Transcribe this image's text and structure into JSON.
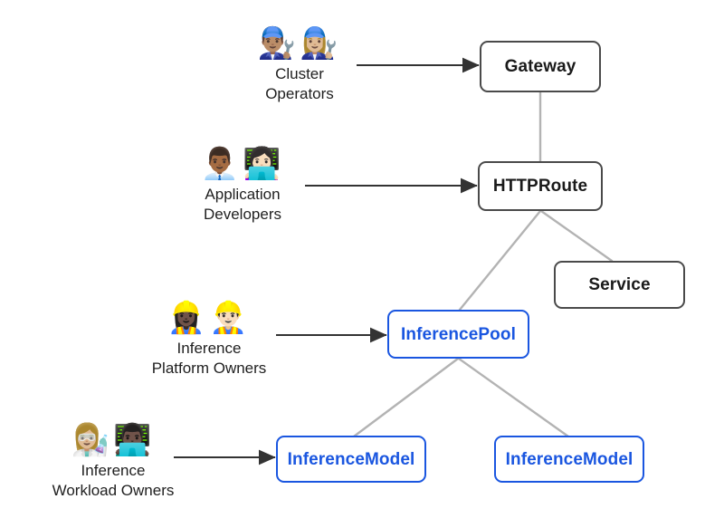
{
  "diagram": {
    "title": "Gateway API Inference Extension personas and resources",
    "background_color": "#ffffff",
    "colors": {
      "box_dark_border": "#4a4a4a",
      "box_dark_text": "#1a1a1a",
      "box_blue_border": "#1a56e0",
      "box_blue_text": "#1a56e0",
      "connector_line": "#b3b3b3",
      "arrow": "#333333",
      "label_text": "#1f1f1f"
    }
  },
  "personas": [
    {
      "id": "cluster-operators",
      "label": "Cluster\nOperators",
      "emojis": "👨🏽‍🔧👩🏼‍🔧",
      "emoji_names": [
        "man-mechanic-icon",
        "woman-mechanic-icon"
      ],
      "targets": "Gateway"
    },
    {
      "id": "application-developers",
      "label": "Application\nDevelopers",
      "emojis": "👨🏾‍💼👩🏻‍💻",
      "emoji_names": [
        "man-office-worker-icon",
        "woman-technologist-icon"
      ],
      "targets": "HTTPRoute"
    },
    {
      "id": "inference-platform-owners",
      "label": "Inference\nPlatform Owners",
      "emojis": "👷🏿‍♀️👷🏻‍♂️",
      "emoji_names": [
        "woman-construction-worker-icon",
        "man-construction-worker-icon"
      ],
      "targets": "InferencePool"
    },
    {
      "id": "inference-workload-owners",
      "label": "Inference\nWorkload Owners",
      "emojis": "👩🏼‍🔬👨🏿‍💻",
      "emoji_names": [
        "woman-scientist-icon",
        "man-technologist-icon"
      ],
      "targets": "InferenceModel"
    }
  ],
  "nodes": [
    {
      "id": "gateway",
      "label": "Gateway",
      "style": "dark"
    },
    {
      "id": "httproute",
      "label": "HTTPRoute",
      "style": "dark"
    },
    {
      "id": "service",
      "label": "Service",
      "style": "dark"
    },
    {
      "id": "inferencepool",
      "label": "InferencePool",
      "style": "blue"
    },
    {
      "id": "inferencemodel-1",
      "label": "InferenceModel",
      "style": "blue"
    },
    {
      "id": "inferencemodel-2",
      "label": "InferenceModel",
      "style": "blue"
    }
  ],
  "edges": [
    {
      "from": "gateway",
      "to": "httproute",
      "kind": "line"
    },
    {
      "from": "httproute",
      "to": "inferencepool",
      "kind": "line"
    },
    {
      "from": "httproute",
      "to": "service",
      "kind": "line"
    },
    {
      "from": "inferencepool",
      "to": "inferencemodel-1",
      "kind": "line"
    },
    {
      "from": "inferencepool",
      "to": "inferencemodel-2",
      "kind": "line"
    },
    {
      "from": "cluster-operators",
      "to": "gateway",
      "kind": "arrow"
    },
    {
      "from": "application-developers",
      "to": "httproute",
      "kind": "arrow"
    },
    {
      "from": "inference-platform-owners",
      "to": "inferencepool",
      "kind": "arrow"
    },
    {
      "from": "inference-workload-owners",
      "to": "inferencemodel-1",
      "kind": "arrow"
    }
  ]
}
